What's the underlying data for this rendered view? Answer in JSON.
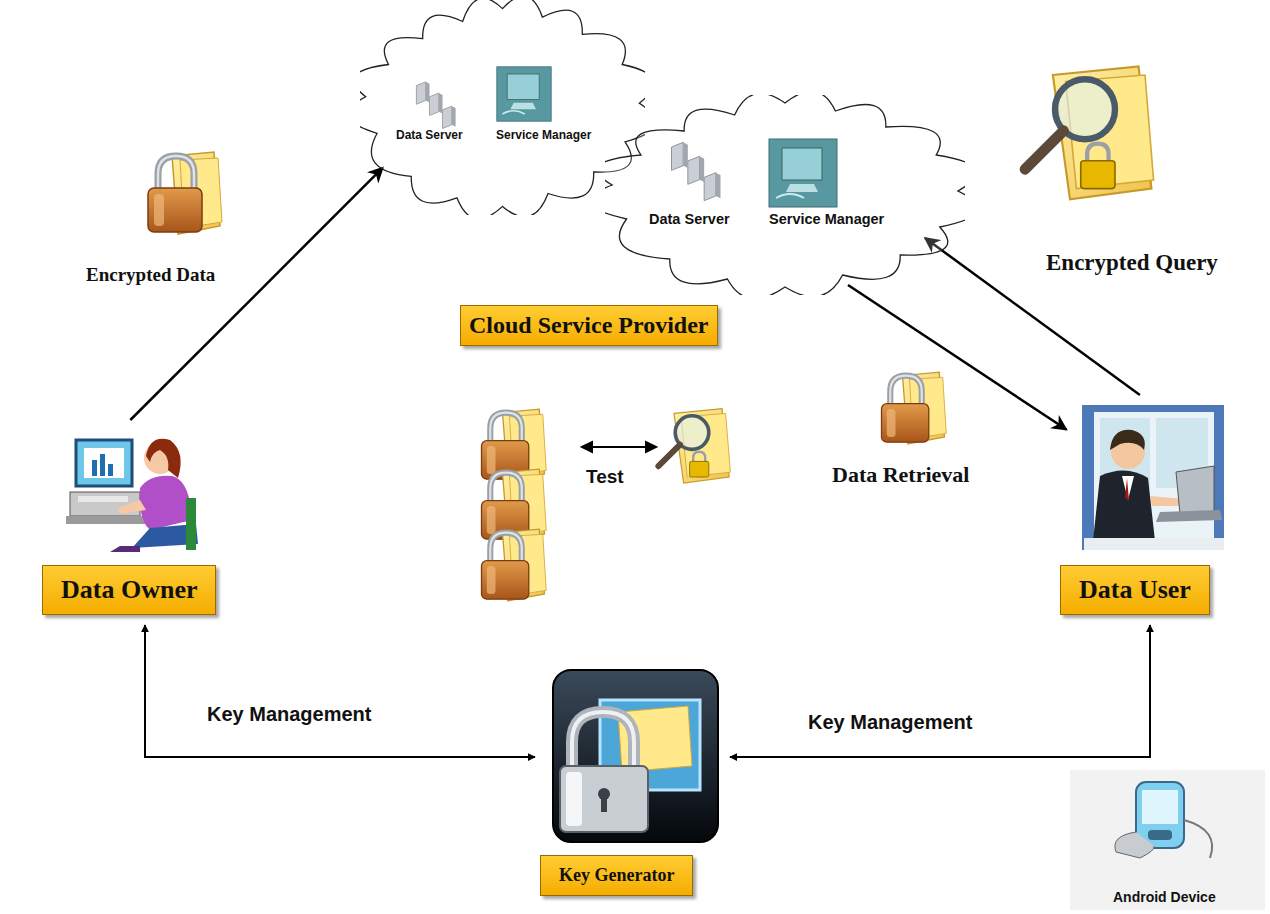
{
  "diagram": {
    "nodes": [
      {
        "text": [
          "Data Server",
          "Service Manager"
        ]
      },
      {
        "text": [
          "Data Server",
          "Service Manager"
        ]
      },
      {
        "text": [
          "Cloud Service Provider"
        ]
      },
      {
        "text": [
          "Data Owner"
        ]
      },
      {
        "text": [
          "Data User"
        ]
      },
      {
        "text": [
          "Key Generator"
        ]
      }
    ],
    "edges": [
      {
        "from": 3,
        "to": 0,
        "label": "Encrypted Data",
        "arrow": "to"
      },
      {
        "from": 4,
        "to": 1,
        "label": "Encrypted Query",
        "arrow": "to"
      },
      {
        "from": 1,
        "to": 4,
        "label": "Data Retrieval",
        "arrow": "to"
      },
      {
        "from": 3,
        "to": 5,
        "label": "Key Management",
        "arrow": "both"
      },
      {
        "from": 4,
        "to": 5,
        "label": "Key Management",
        "arrow": "both"
      }
    ],
    "labels": [
      "Test",
      "Android Device"
    ]
  }
}
